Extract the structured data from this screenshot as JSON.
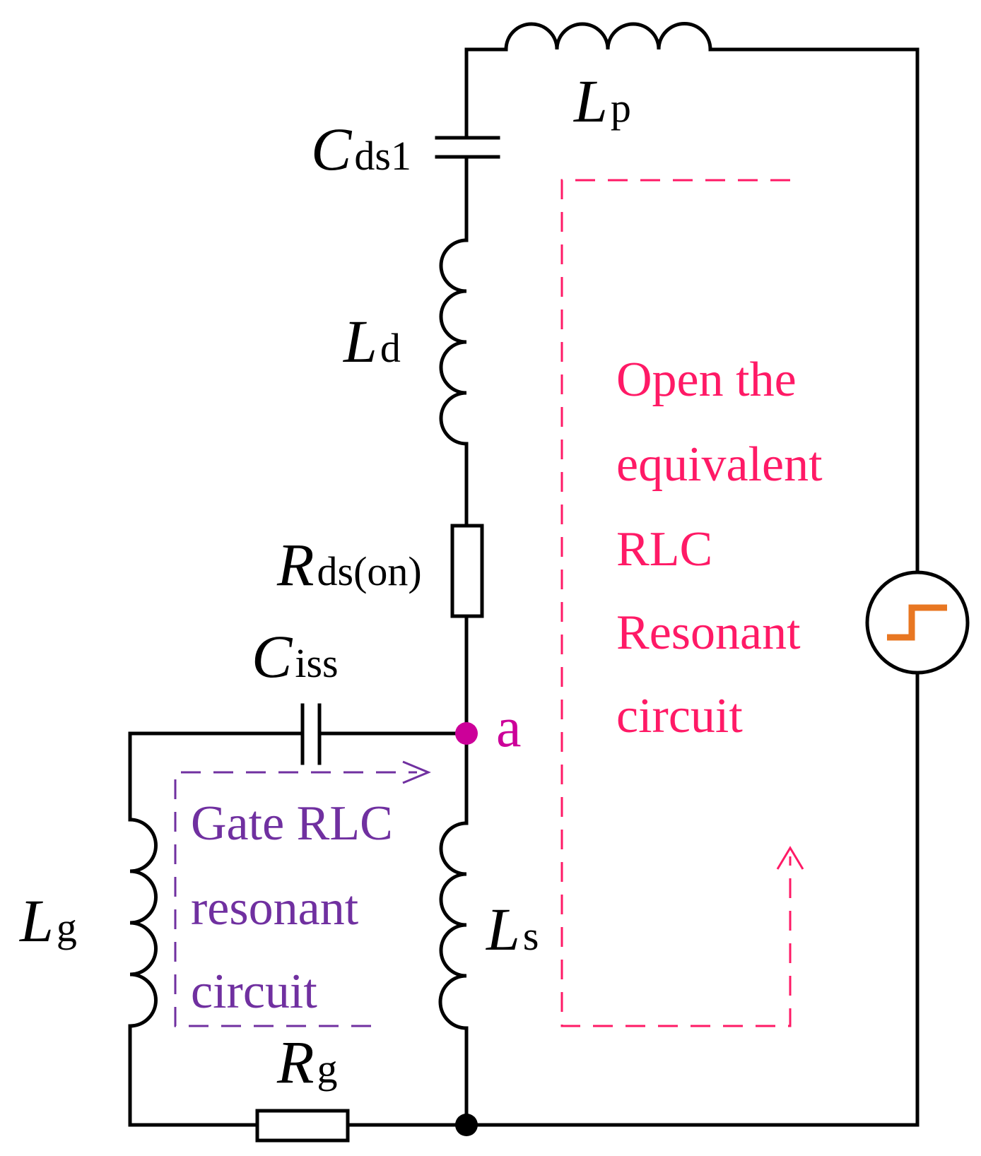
{
  "components": {
    "Lp": {
      "main": "L",
      "sub": "p"
    },
    "Cds1": {
      "main": "C",
      "sub": "ds1"
    },
    "Ld": {
      "main": "L",
      "sub": "d"
    },
    "Rds_on": {
      "main": "R",
      "sub": "ds(on)"
    },
    "Ciss": {
      "main": "C",
      "sub": "iss"
    },
    "Lg": {
      "main": "L",
      "sub": "g"
    },
    "Ls": {
      "main": "L",
      "sub": "s"
    },
    "Rg": {
      "main": "R",
      "sub": "g"
    }
  },
  "node_a": "a",
  "open_loop": {
    "lines": [
      "Open the",
      "equivalent",
      "RLC",
      "Resonant",
      "circuit"
    ],
    "color": "#ff1a66"
  },
  "gate_loop": {
    "lines": [
      "Gate RLC",
      "resonant",
      "circuit"
    ],
    "color": "#7030a0"
  },
  "source_color": "#e87722",
  "node_color": "#cc0099"
}
